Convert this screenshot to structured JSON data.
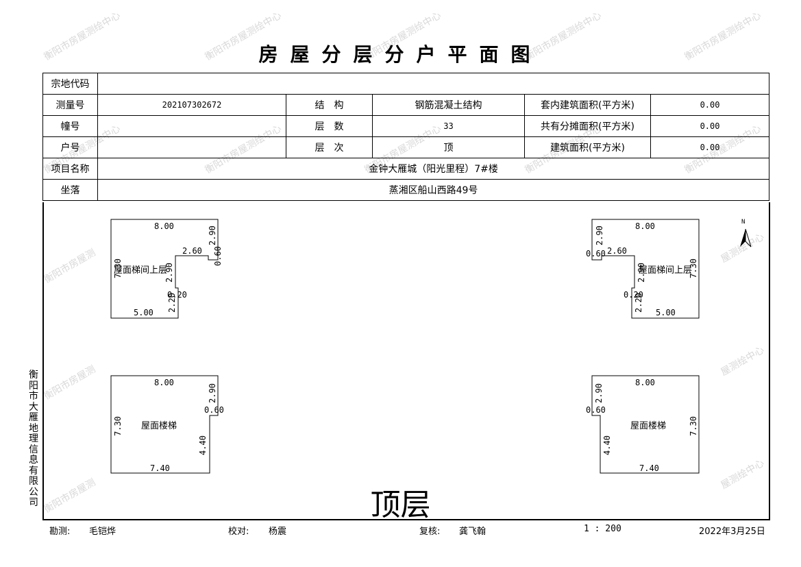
{
  "title": "房屋分层分户平面图",
  "watermark_text": "衡阳市房屋测绘中心",
  "watermark_partial_1": "衡阳市房屋测",
  "watermark_partial_2": "屋测绘中心",
  "table": {
    "row1": {
      "label": "宗地代码",
      "value": ""
    },
    "row2": {
      "label": "测量号",
      "value": "202107302672",
      "label2": "结　构",
      "value2": "钢筋混凝土结构",
      "label3": "套内建筑面积(平方米)",
      "value3": "0.00"
    },
    "row3": {
      "label": "幢号",
      "value": "",
      "label2": "层　数",
      "value2": "33",
      "label3": "共有分摊面积(平方米)",
      "value3": "0.00"
    },
    "row4": {
      "label": "户号",
      "value": "",
      "label2": "层　次",
      "value2": "顶",
      "label3": "建筑面积(平方米)",
      "value3": "0.00"
    },
    "row5": {
      "label": "项目名称",
      "value": "金钟大雁城（阳光里程）7#楼"
    },
    "row6": {
      "label": "坐落",
      "value": "蒸湘区船山西路49号"
    }
  },
  "company_vertical": "衡阳市大雁地理信息有限公司",
  "layer_label": "顶层",
  "north_label": "N",
  "footer": {
    "survey_label": "勘测:",
    "survey_name": "毛铠烨",
    "check_label": "校对:",
    "check_name": "杨震",
    "review_label": "复核:",
    "review_name": "龚飞翰",
    "scale": "1 : 200",
    "date": "2022年3月25日"
  },
  "plans": {
    "stair_upper_label": "屋面梯间上层",
    "stair_label": "屋面楼梯",
    "dims": {
      "d800": "8.00",
      "d290": "2.90",
      "d260": "2.60",
      "d060": "0.60",
      "d730": "7.30",
      "d290b": "2.90",
      "d020": "0.20",
      "d220": "2.20",
      "d500": "5.00",
      "d440": "4.40",
      "d740": "7.40"
    }
  },
  "colors": {
    "line": "#000000",
    "watermark": "#d8d8d8"
  }
}
